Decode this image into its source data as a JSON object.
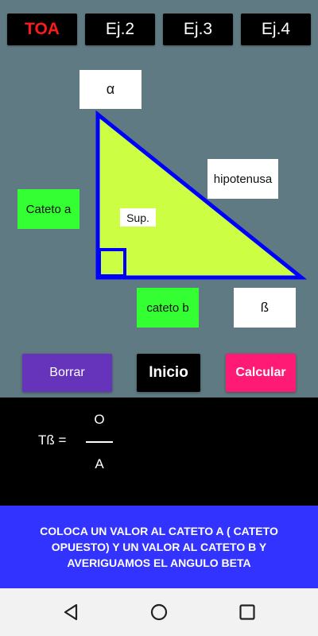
{
  "tabs": [
    {
      "label": "TOA",
      "active": true
    },
    {
      "label": "Ej.2"
    },
    {
      "label": "Ej.3"
    },
    {
      "label": "Ej.4"
    }
  ],
  "diagram": {
    "alpha_label": "α",
    "hypotenuse_label": "hipotenusa",
    "cateto_a_label": "Cateto a",
    "surface_label": "Sup.",
    "cateto_b_label": "cateto b",
    "beta_label": "ß"
  },
  "buttons": {
    "borrar": "Borrar",
    "inicio": "Inicio",
    "calcular": "Calcular"
  },
  "formula": {
    "lhs": "Tß =",
    "numerator": "O",
    "denominator": "A"
  },
  "instruction": "COLOCA UN VALOR AL CATETO A ( CATETO OPUESTO)  Y UN VALOR AL CATETO B Y AVERIGUAMOS EL ANGULO BETA",
  "colors": {
    "triangle_fill": "#ccff44",
    "triangle_stroke": "#0000ff",
    "borrar_bg": "#6633bb",
    "inicio_bg": "#000000",
    "calcular_bg": "#ff1a75",
    "instruction_bg": "#3333ff"
  }
}
